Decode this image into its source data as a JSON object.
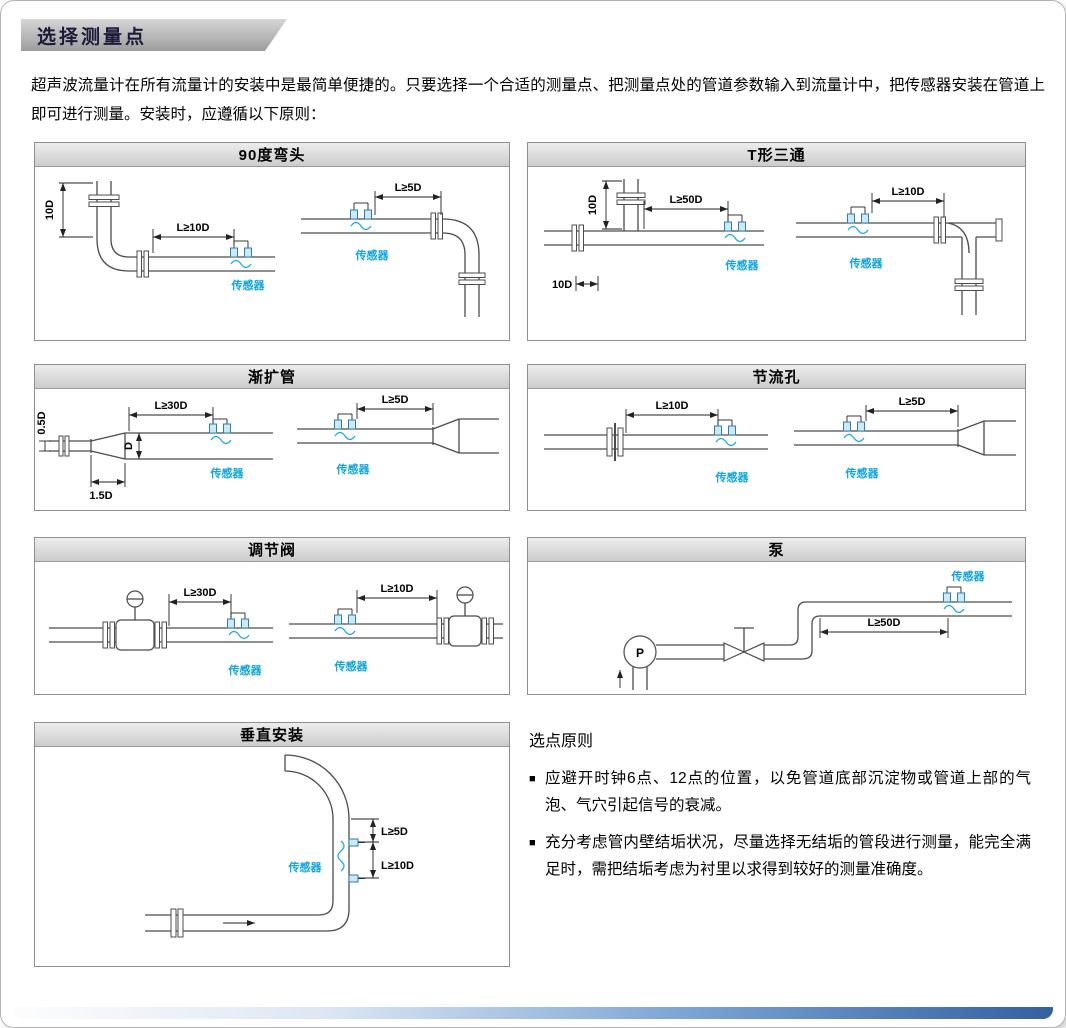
{
  "header": {
    "title": "选择测量点"
  },
  "intro": "超声波流量计在所有流量计的安装中是最简单便捷的。只要选择一个合适的测量点、把测量点处的管道参数输入到流量计中，把传感器安装在管道上即可进行测量。安装时，应遵循以下原则：",
  "labels": {
    "sensor": "传感器",
    "pump": "P",
    "bullet": "■"
  },
  "panels": {
    "elbow": {
      "title": "90度弯头",
      "dims": {
        "v10d": "10D",
        "l10d": "L≥10D",
        "l5d": "L≥5D"
      }
    },
    "tee": {
      "title": "T形三通",
      "dims": {
        "v10d": "10D",
        "l50d": "L≥50D",
        "b10d": "10D",
        "l10d": "L≥10D"
      }
    },
    "expander": {
      "title": "渐扩管",
      "dims": {
        "v05d": "0.5D",
        "l30d": "L≥30D",
        "d": "D",
        "b15d": "1.5D",
        "l5d": "L≥5D"
      }
    },
    "orifice": {
      "title": "节流孔",
      "dims": {
        "l10d": "L≥10D",
        "l5d": "L≥5D"
      }
    },
    "valve": {
      "title": "调节阀",
      "dims": {
        "l30d": "L≥30D",
        "l10d": "L≥10D"
      }
    },
    "pump": {
      "title": "泵",
      "dims": {
        "l50d": "L≥50D"
      }
    },
    "vertical": {
      "title": "垂直安装",
      "dims": {
        "l5d": "L≥5D",
        "l10d": "L≥10D"
      }
    }
  },
  "notes": {
    "title": "选点原则",
    "bullets": [
      "应避开时钟6点、12点的位置，以免管道底部沉淀物或管道上部的气泡、气穴引起信号的衰减。",
      "充分考虑管内壁结垢状况，尽量选择无结垢的管段进行测量，能完全满足时，需把结垢考虑为衬里以求得到较好的测量准确度。"
    ]
  }
}
